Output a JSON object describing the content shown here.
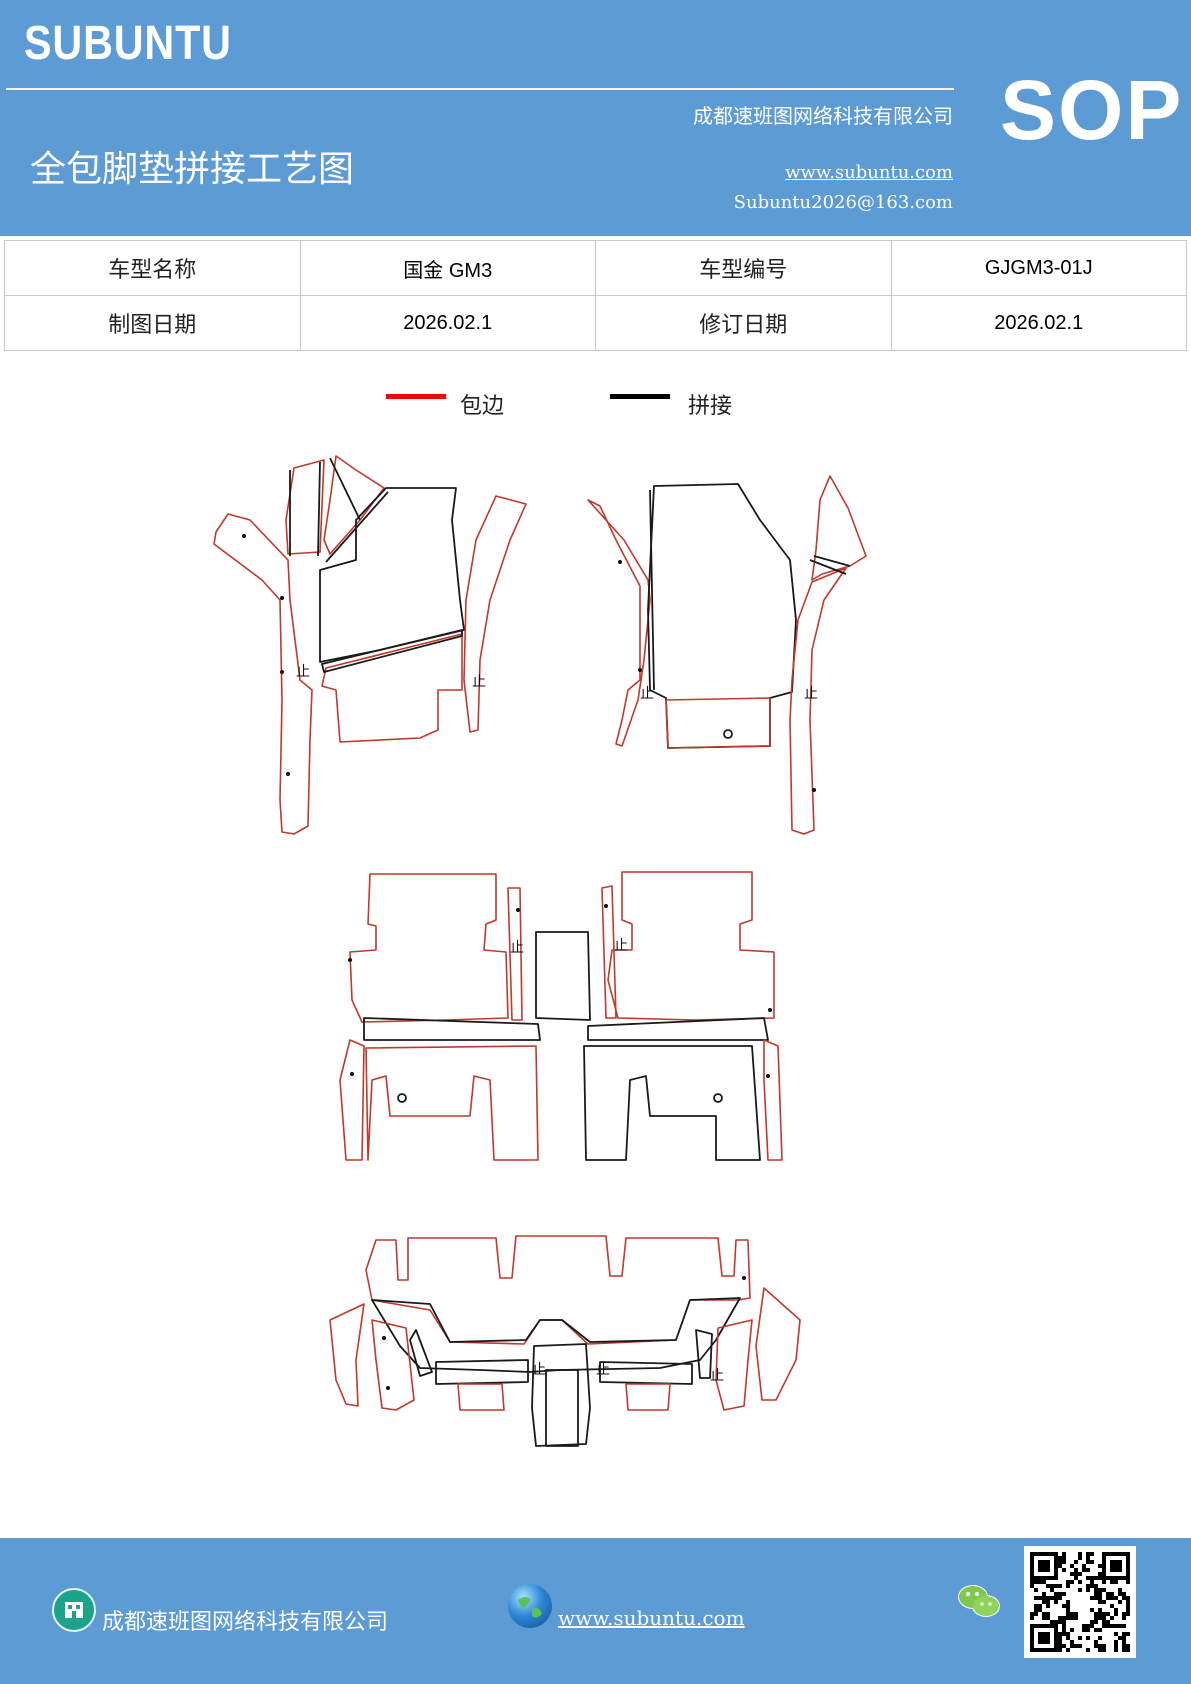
{
  "header": {
    "brand": "SUBUNTU",
    "code": "SOP",
    "company": "成都速班图网络科技有限公司",
    "title": "全包脚垫拼接工艺图",
    "website": "www.subuntu.com",
    "email": "Subuntu2026@163.com"
  },
  "info_table": {
    "model_name_label": "车型名称",
    "model_name": "国金 GM3",
    "model_code_label": "车型编号",
    "model_code": "GJGM3-01J",
    "draw_date_label": "制图日期",
    "draw_date": "2026.02.1",
    "revise_date_label": "修订日期",
    "revise_date": "2026.02.1"
  },
  "legend": {
    "items": [
      {
        "label": "包边",
        "color": "#ff0000"
      },
      {
        "label": "拼接",
        "color": "#000000"
      }
    ]
  },
  "diagram": {
    "marker_label": "止",
    "edge_color": "#c0392b",
    "seam_color": "#1a1a1a"
  },
  "footer": {
    "company": "成都速班图网络科技有限公司",
    "website": "www.subuntu.com",
    "icons": [
      "building-icon",
      "globe-icon",
      "wechat-icon",
      "qr-code"
    ]
  }
}
